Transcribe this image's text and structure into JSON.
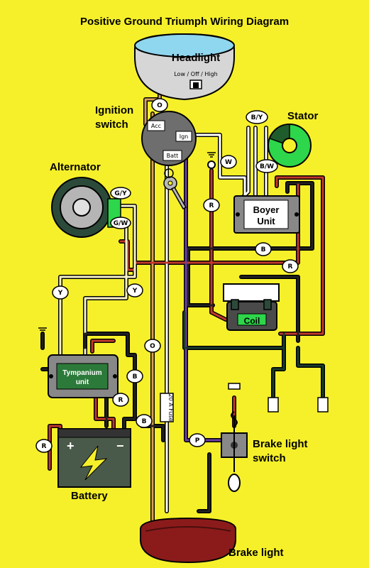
{
  "title": "Positive Ground Triumph Wiring Diagram",
  "components": {
    "headlight": "Headlight",
    "headlight_switch": "Low / Off / High",
    "ignition_switch": "Ignition switch",
    "ignition_terminals": [
      "Acc",
      "Ign",
      "Batt"
    ],
    "stator": "Stator",
    "alternator": "Alternator",
    "boyer_unit": "Boyer Unit",
    "coil": "Coil",
    "tympanium_unit": "Tympanium unit",
    "battery": "Battery",
    "battery_pos": "+",
    "battery_neg": "−",
    "fuse": "20 A Fuse",
    "brake_light_switch": "Brake light switch",
    "brake_light": "Brake light"
  },
  "wire_tags": {
    "o_top": "O",
    "o_mid": "O",
    "by": "B/Y",
    "bw": "B/W",
    "w": "W",
    "gy": "G/Y",
    "gw": "G/W",
    "r_ign": "R",
    "b_mid": "B",
    "r_right": "R",
    "y_left": "Y",
    "y_right": "Y",
    "b_tymp": "B",
    "r_tymp": "R",
    "b_batt": "B",
    "r_batt": "R",
    "p": "P"
  }
}
